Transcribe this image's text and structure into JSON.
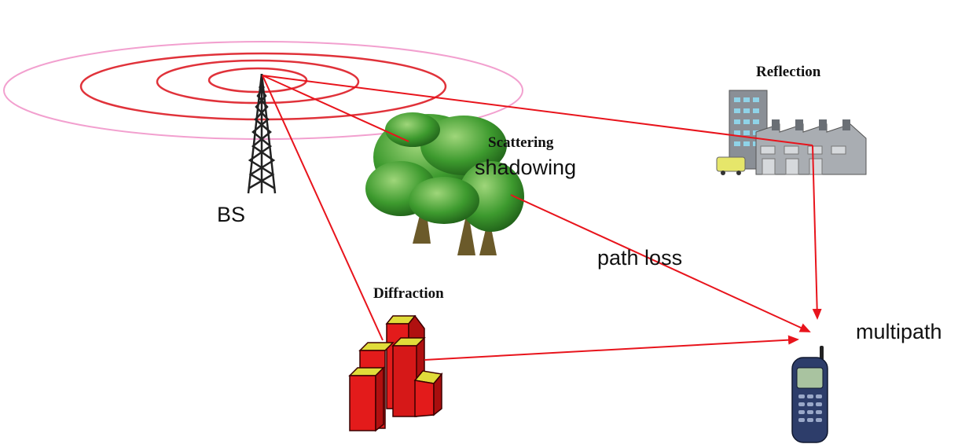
{
  "labels": {
    "bs": "BS",
    "scattering": "Scattering",
    "shadowing": "shadowing",
    "reflection": "Reflection",
    "path_loss": "path loss",
    "diffraction": "Diffraction",
    "multipath": "multipath"
  },
  "colors": {
    "ray": "#e8141c",
    "ring": "#e0323a",
    "outer_ring": "#f2a0cf",
    "tree_leaf": "#3d9a2e",
    "building_red": "#e31b1b",
    "building_top": "#e0dc3a",
    "factory_gray": "#9a9ea3",
    "phone_blue": "#2d3d6a"
  },
  "icons": [
    "antenna-tower-icon",
    "tree-icon",
    "factory-icon",
    "red-building-icon",
    "mobile-phone-icon"
  ]
}
